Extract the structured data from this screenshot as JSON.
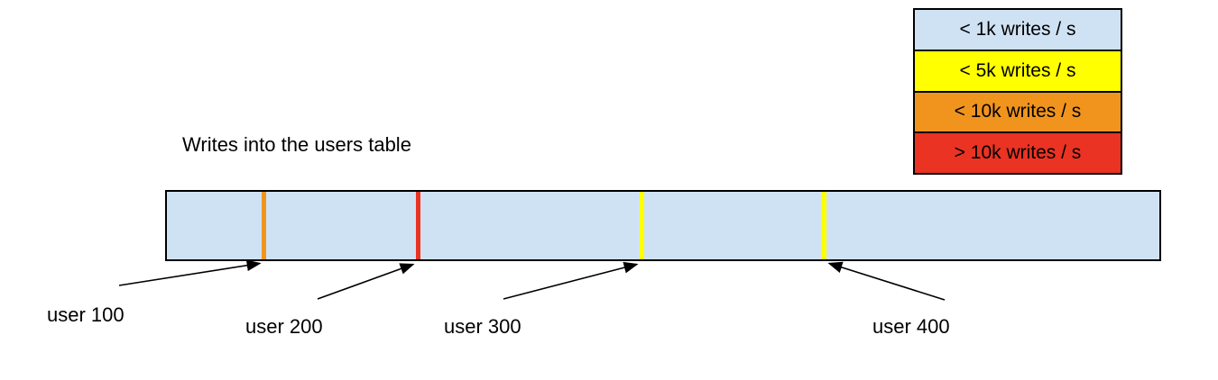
{
  "title": "Writes into the users table",
  "legend": {
    "items": [
      {
        "label": "< 1k writes / s",
        "color": "#cfe2f3"
      },
      {
        "label": "< 5k writes / s",
        "color": "#ffff00"
      },
      {
        "label": "< 10k writes / s",
        "color": "#f0941e"
      },
      {
        "label": "> 10k writes / s",
        "color": "#ea3323"
      }
    ]
  },
  "bar": {
    "fill": "#cfe2f3",
    "markers": [
      {
        "label": "user 100",
        "color": "#f0941e"
      },
      {
        "label": "user 200",
        "color": "#ea3323"
      },
      {
        "label": "user 300",
        "color": "#ffff00"
      },
      {
        "label": "user 400",
        "color": "#ffff00"
      }
    ]
  }
}
